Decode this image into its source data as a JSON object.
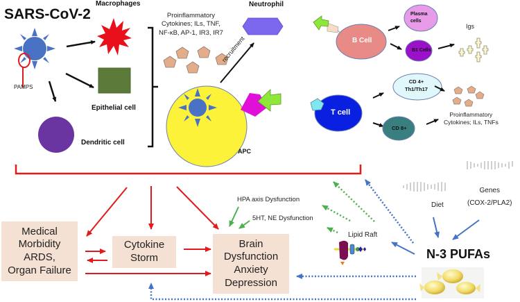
{
  "title": "SARS-CoV-2",
  "virus": {
    "pamps_label": "PAMPS"
  },
  "cells": {
    "macrophages": "Macrophages",
    "epithelial": "Epithelial cell",
    "dendritic": "Dendritic cell",
    "neutrophil": "Neutrophil",
    "apc": "APC",
    "recruitment": "recruitment",
    "b_cell": "B Cell",
    "plasma": "Plasma\ncells",
    "b1": "B1 Cells",
    "igs": "Igs",
    "t_cell": "T cell",
    "cd4": "CD 4+\nTh1/Th17",
    "cd8": "CD 8+"
  },
  "cytokines_top": "Proinflammatory\nCytokines; ILs, TNF,\nNF-κB, AP-1, IR3, IR7",
  "cytokines_right": "Proinflammatory\nCytokines; ILs, TNFs",
  "outcomes": {
    "medical": "Medical\nMorbidity\nARDS,\nOrgan Failure",
    "cytokine_storm": "Cytokine\nStorm",
    "brain": "Brain\nDysfunction\nAnxiety\nDepression"
  },
  "mechanisms": {
    "hpa": "HPA axis Dysfunction",
    "serotonin": "5HT, NE Dysfunction",
    "lipid_raft": "Lipid Raft"
  },
  "modulators": {
    "diet": "Diet",
    "genes": "Genes\n(COX-2/PLA2)",
    "pufa": "N-3 PUFAs"
  },
  "colors": {
    "inflammation_arrow": "#e31a1c",
    "neuro_arrow": "#4caf50",
    "pufa_arrow": "#4472c4",
    "outcome_box": "#f5e1d3",
    "virus": "#4a72c4",
    "macrophage": "#e8101a",
    "epithelial": "#5b7a3a",
    "dendritic": "#6a35a0",
    "apc": "#fdf23a",
    "neutrophil": "#7b68ee",
    "b_cell": "#e88a86",
    "plasma": "#e79be8",
    "b1": "#9b10c9",
    "t_cell": "#0a20e0",
    "cd4": "#e0f7fb",
    "cd8": "#3a7f7f",
    "cytokine": "#e2ad88"
  }
}
